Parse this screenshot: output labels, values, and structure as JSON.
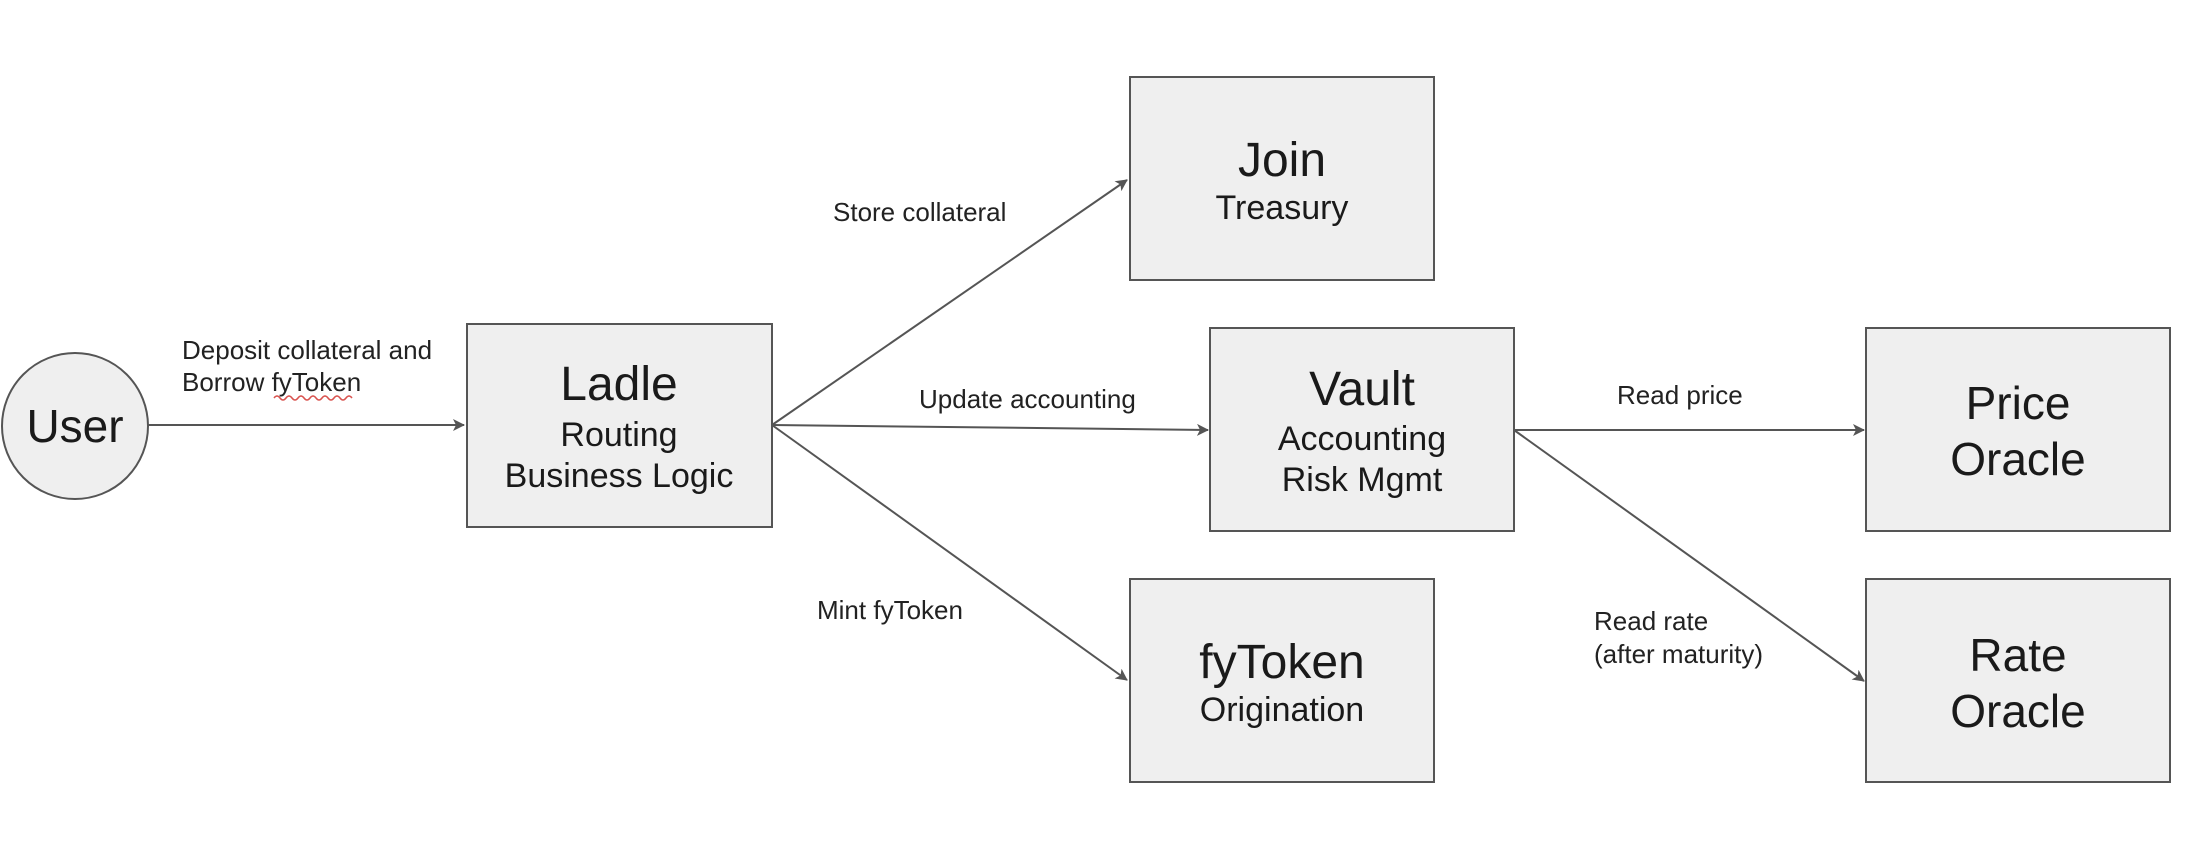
{
  "nodes": {
    "user": {
      "label": "User"
    },
    "ladle": {
      "title": "Ladle",
      "lines": [
        "Routing",
        "Business Logic"
      ]
    },
    "join": {
      "title": "Join",
      "lines": [
        "Treasury"
      ]
    },
    "vault": {
      "title": "Vault",
      "lines": [
        "Accounting",
        "Risk Mgmt"
      ]
    },
    "fytoken": {
      "title": "fyToken",
      "lines": [
        "Origination"
      ]
    },
    "price_oracle": {
      "lines": [
        "Price",
        "Oracle"
      ]
    },
    "rate_oracle": {
      "lines": [
        "Rate",
        "Oracle"
      ]
    }
  },
  "edges": {
    "user_ladle": [
      "Deposit collateral and",
      "Borrow fyToken"
    ],
    "ladle_join": [
      "Store collateral"
    ],
    "ladle_vault": [
      "Update accounting"
    ],
    "ladle_fytoken": [
      "Mint fyToken"
    ],
    "vault_price": [
      "Read price"
    ],
    "vault_rate": [
      "Read rate",
      "(after maturity)"
    ]
  },
  "colors": {
    "box_fill": "#efefef",
    "stroke": "#555555",
    "spellcheck_underline": "#d9534f"
  }
}
